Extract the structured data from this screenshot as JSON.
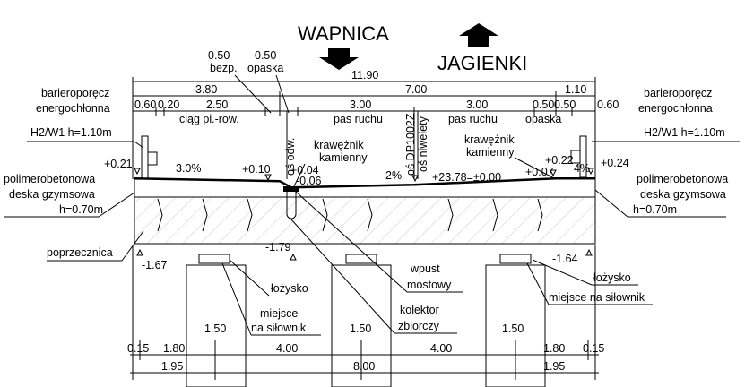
{
  "direction_left": "WAPNICA",
  "direction_right": "JAGIENKI",
  "dims_top": {
    "total": "11.90",
    "left_part": "3.80",
    "mid_part": "7.00",
    "right_part": "1.10",
    "bezp_val": "0.50",
    "bezp_lbl": "bezp.",
    "opaska_val": "0.50",
    "opaska_lbl": "opaska",
    "left_060": "0.60",
    "left_020": "0.20",
    "left_250": "2.50",
    "lane1": "3.00",
    "lane2": "3.00",
    "right_050a": "0.50",
    "right_050b": "0.50",
    "right_060": "0.60"
  },
  "labels": {
    "ciag": "ciąg pi.-row.",
    "pas1": "pas ruchu",
    "pas2": "pas ruchu",
    "opaska_r": "opaska",
    "os_odw": "oś odw.",
    "os_dp": "oś DP1002Z",
    "os_niw": "oś niwelety",
    "kraw_l1": "krawężnik",
    "kraw_l2": "kamienny",
    "kraw_r1": "krawężnik",
    "kraw_r2": "kamienny",
    "bar_l1": "barieroporęcz",
    "bar_l2": "energochłonna",
    "bar_l3": "H2/W1  h=1.10m",
    "bar_r1": "barieroporęcz",
    "bar_r2": "energochłonna",
    "bar_r3": "H2/W1  h=1.10m",
    "desk_l1": "polimerobetonowa",
    "desk_l2": "deska gzymsowa",
    "desk_l3": "h=0.70m",
    "desk_r1": "polimerobetonowa",
    "desk_r2": "deska gzymsowa",
    "desk_r3": "h=0.70m",
    "poprzecznica": "poprzecznica",
    "lozysko_l": "łożysko",
    "miejsce_l1": "miejsce",
    "miejsce_l2": "na siłownik",
    "wpust1": "wpust",
    "wpust2": "mostowy",
    "kolektor1": "kolektor",
    "kolektor2": "zbiorczy",
    "lozysko_r": "łożysko",
    "miejsce_r": "miejsce na siłownik"
  },
  "levels": {
    "l_021": "+0.21",
    "l_010": "+0.10",
    "l_004": "+0.04",
    "l_006": "-0.06",
    "l_main": "+23.78=±0.00",
    "l_022": "+0.22",
    "l_007": "+0.07",
    "l_024": "+0.24",
    "l_179": "-1.79",
    "l_167": "-1.67",
    "l_164": "-1.64"
  },
  "slopes": {
    "s_left": "3.0%",
    "s_mid": "2%",
    "s_right": "4%"
  },
  "dims_bottom": {
    "p1_w": "1.50",
    "p2_w": "1.50",
    "p3_w": "1.50",
    "b_015l": "0.15",
    "b_180l": "1.80",
    "b_400l": "4.00",
    "b_400r": "4.00",
    "b_180r": "1.80",
    "b_015r": "0.15",
    "b_195l": "1.95",
    "b_800": "8.00",
    "b_195r": "1.95"
  }
}
